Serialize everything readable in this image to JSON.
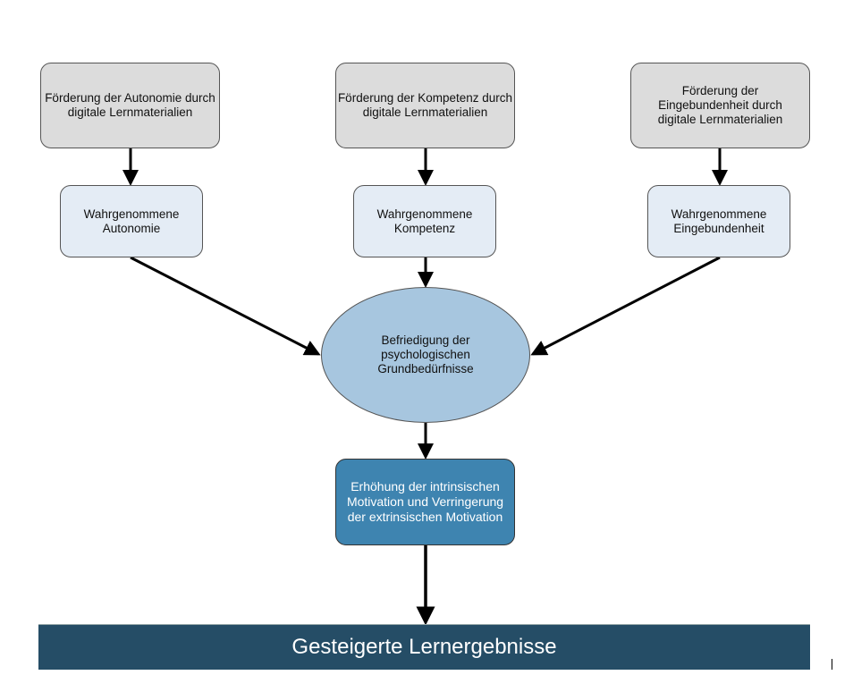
{
  "diagram": {
    "sources": [
      {
        "id": "autonomy-support",
        "label": "Förderung der Autonomie durch digitale Lernmaterialien"
      },
      {
        "id": "competence-support",
        "label": "Förderung der Kompetenz durch digitale Lernmaterialien"
      },
      {
        "id": "relatedness-support",
        "label": "Förderung der Eingebundenheit durch digitale Lernmaterialien"
      }
    ],
    "perceived": [
      {
        "id": "perceived-autonomy",
        "label": "Wahrgenommene Autonomie"
      },
      {
        "id": "perceived-competence",
        "label": "Wahrgenommene Kompetenz"
      },
      {
        "id": "perceived-relatedness",
        "label": "Wahrgenommene Eingebundenheit"
      }
    ],
    "needs": {
      "id": "needs-satisfaction",
      "label": "Befriedigung der psychologischen Grundbedürfnisse"
    },
    "motivation": {
      "id": "motivation-change",
      "label": "Erhöhung der intrinsischen Motivation und Verringerung der extrinsischen Motivation"
    },
    "outcome": {
      "id": "learning-outcomes",
      "label": "Gesteigerte Lernergebnisse"
    },
    "edges": [
      {
        "from": "autonomy-support",
        "to": "perceived-autonomy"
      },
      {
        "from": "competence-support",
        "to": "perceived-competence"
      },
      {
        "from": "relatedness-support",
        "to": "perceived-relatedness"
      },
      {
        "from": "perceived-autonomy",
        "to": "needs-satisfaction"
      },
      {
        "from": "perceived-competence",
        "to": "needs-satisfaction"
      },
      {
        "from": "perceived-relatedness",
        "to": "needs-satisfaction"
      },
      {
        "from": "needs-satisfaction",
        "to": "motivation-change"
      },
      {
        "from": "motivation-change",
        "to": "learning-outcomes"
      }
    ],
    "colors": {
      "source_fill": "#dcdcdc",
      "perceived_fill": "#e4ecf5",
      "needs_fill": "#a7c6df",
      "motivation_fill": "#3e84b0",
      "outcome_fill": "#254d66",
      "arrow": "#000000"
    }
  }
}
